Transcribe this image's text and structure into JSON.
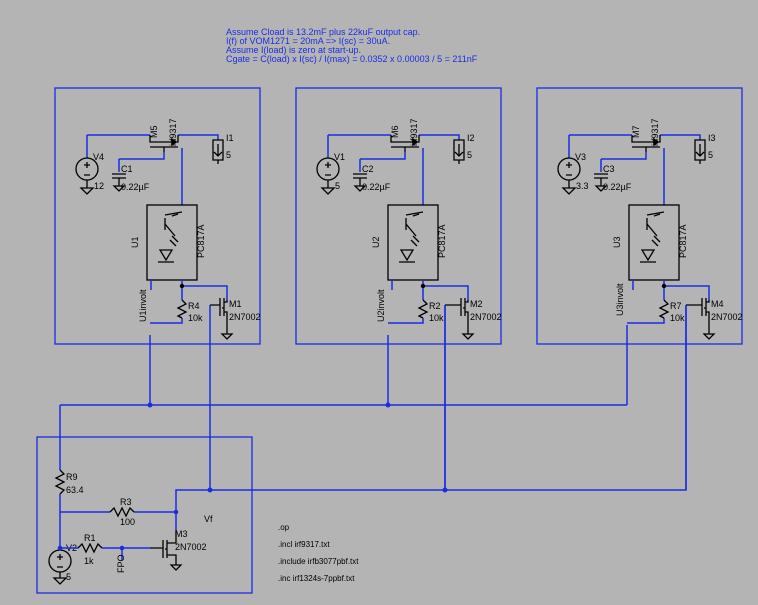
{
  "notes": [
    "Assume Cload is 13.2mF plus 22kuF output cap.",
    "I(f) of VOM1271 = 20mA => I(sc) = 30uA.",
    "Assume I(load) is zero at start-up.",
    "Cgate = C(load) x I(sc) / I(max) = 0.0352 x 0.00003 / 5 = 211nF"
  ],
  "channels": [
    {
      "fet": "M5",
      "fet_model": "irf9317",
      "src_name": "V4",
      "src_value": "12",
      "cap_name": "C1",
      "cap_value": "0.22µF",
      "load_name": "I1",
      "load_value": "5",
      "opto": "U1",
      "opto_model": "PC817A",
      "res_name": "R4",
      "res_value": "10k",
      "sw_name": "M1",
      "sw_model": "2N7002",
      "net": "U1involt"
    },
    {
      "fet": "M6",
      "fet_model": "irf9317",
      "src_name": "V1",
      "src_value": "5",
      "cap_name": "C2",
      "cap_value": "0.22µF",
      "load_name": "I2",
      "load_value": "5",
      "opto": "U2",
      "opto_model": "PC817A",
      "res_name": "R2",
      "res_value": "10k",
      "sw_name": "M2",
      "sw_model": "2N7002",
      "net": "U2involt"
    },
    {
      "fet": "M7",
      "fet_model": "irf9317",
      "src_name": "V3",
      "src_value": "3.3",
      "cap_name": "C3",
      "cap_value": "0.22µF",
      "load_name": "I3",
      "load_value": "5",
      "opto": "U3",
      "opto_model": "PC817A",
      "res_name": "R7",
      "res_value": "10k",
      "sw_name": "M4",
      "sw_model": "2N7002",
      "net": "U3involt"
    }
  ],
  "bottom": {
    "r9_name": "R9",
    "r9_value": "63.4",
    "r3_name": "R3",
    "r3_value": "100",
    "r1_name": "R1",
    "r1_value": "1k",
    "v2_name": "V2",
    "v2_value": "5",
    "m3_name": "M3",
    "m3_model": "2N7002",
    "vf_net": "Vf",
    "fpo_net": "FPO"
  },
  "directives": [
    ".op",
    ".incl irf9317.txt",
    ".include irfb3077pbf.txt",
    ".inc irf1324s-7ppbf.txt"
  ],
  "colors": {
    "wire": "#1a2ee0",
    "background": "#b4b4b4",
    "component": "#000000"
  }
}
